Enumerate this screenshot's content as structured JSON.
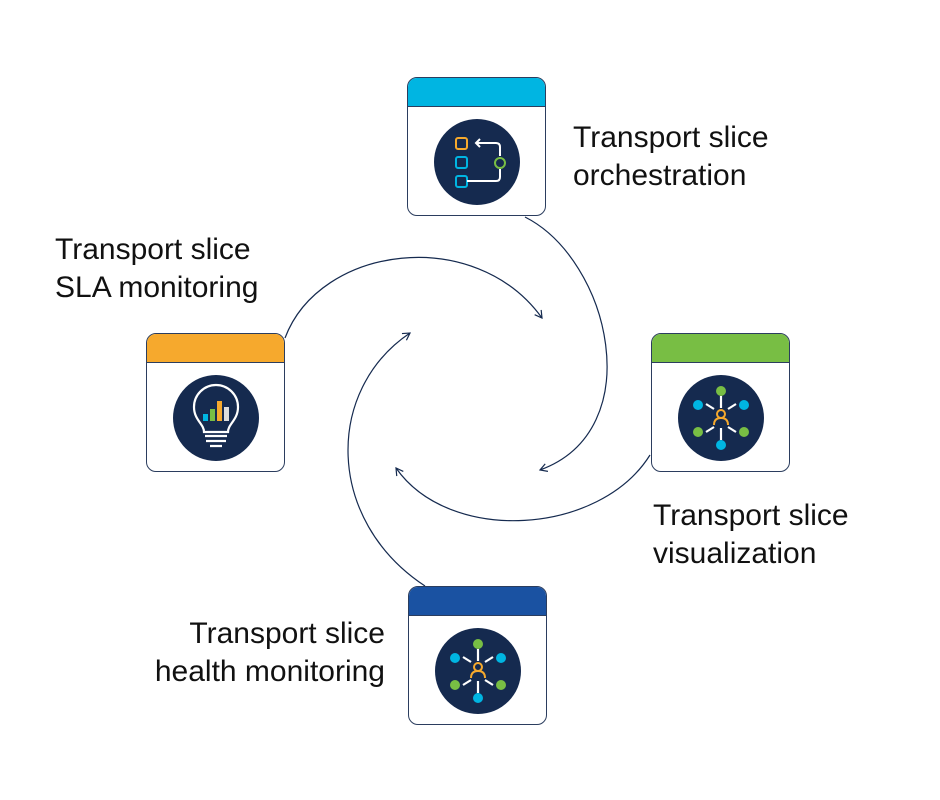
{
  "colors": {
    "orchestration": "#00b5e2",
    "visualization": "#78be44",
    "sla": "#f6a92d",
    "health": "#1a52a2",
    "navy": "#152a4f"
  },
  "steps": [
    {
      "id": "orchestration",
      "line1": "Transport slice",
      "line2": "orchestration",
      "icon": "workflow-icon"
    },
    {
      "id": "visualization",
      "line1": "Transport slice",
      "line2": "visualization",
      "icon": "network-hub-icon"
    },
    {
      "id": "health",
      "line1": "Transport slice",
      "line2": "health monitoring",
      "icon": "network-hub-icon"
    },
    {
      "id": "sla",
      "line1": "Transport slice",
      "line2": "SLA monitoring",
      "icon": "lightbulb-chart-icon"
    }
  ]
}
